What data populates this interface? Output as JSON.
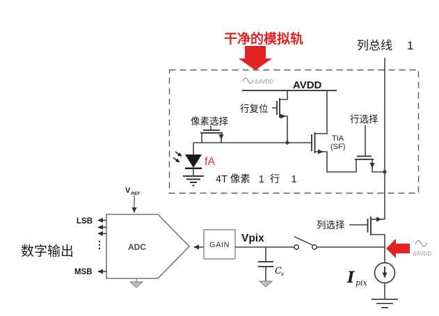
{
  "colors": {
    "red": "#e02424",
    "wire": "#424242",
    "gray_symbol": "#8a8a8a",
    "small_gray": "#999999",
    "text": "#1a1a1a"
  },
  "annotations": {
    "clean_rail": "干净的模拟轨",
    "column_bus": "列总线",
    "column_bus_index": "1",
    "digital_output": "数字输出"
  },
  "pixel_box": {
    "avdd": "AVDD",
    "delta_avdd_top": "ΔAVDD",
    "row_reset": "行复位",
    "pixel_select": "像素选择",
    "row_select": "行选择",
    "tia_line1": "TIA",
    "tia_line2": "(SF)",
    "photocurrent": "fA",
    "caption": "4T 像素   1  行    1"
  },
  "readout": {
    "vref_main": "V",
    "vref_sub": "REF",
    "adc": "ADC",
    "lsb": "LSB",
    "msb": "MSB",
    "gain": "GAIN",
    "vpix": "Vpix",
    "cs_main": "C",
    "cs_sub": "s",
    "ipix_main": "I",
    "ipix_sub": "pix",
    "column_select": "列选择",
    "delta_avdd_right": "ΔAVDD"
  }
}
